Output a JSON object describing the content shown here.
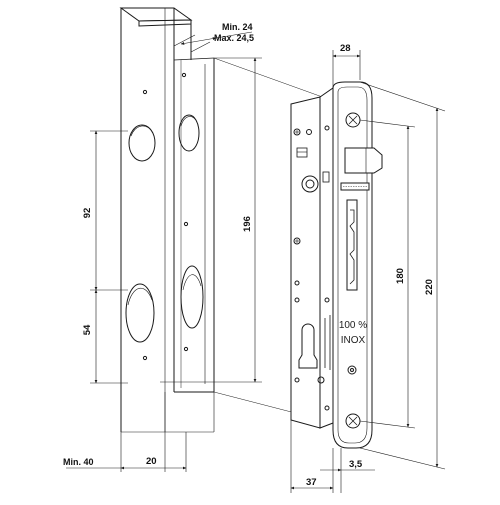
{
  "drawing": {
    "colors": {
      "line": "#1a1a1a",
      "thin": "#333333",
      "hatch": "#777777"
    },
    "post_dims": {
      "min_width": "Min. 24",
      "max_width": "Max. 24,5",
      "bottom_width": "Min. 40",
      "inner_width": "20",
      "height": "196",
      "upper_gap": "92",
      "lower_gap": "54"
    },
    "lock_dims": {
      "top_width": "28",
      "height_outer": "220",
      "height_mid": "180",
      "bottom_width": "37",
      "offset": "3,5"
    },
    "marking": {
      "line1": "100 %",
      "line2": "INOX"
    }
  }
}
